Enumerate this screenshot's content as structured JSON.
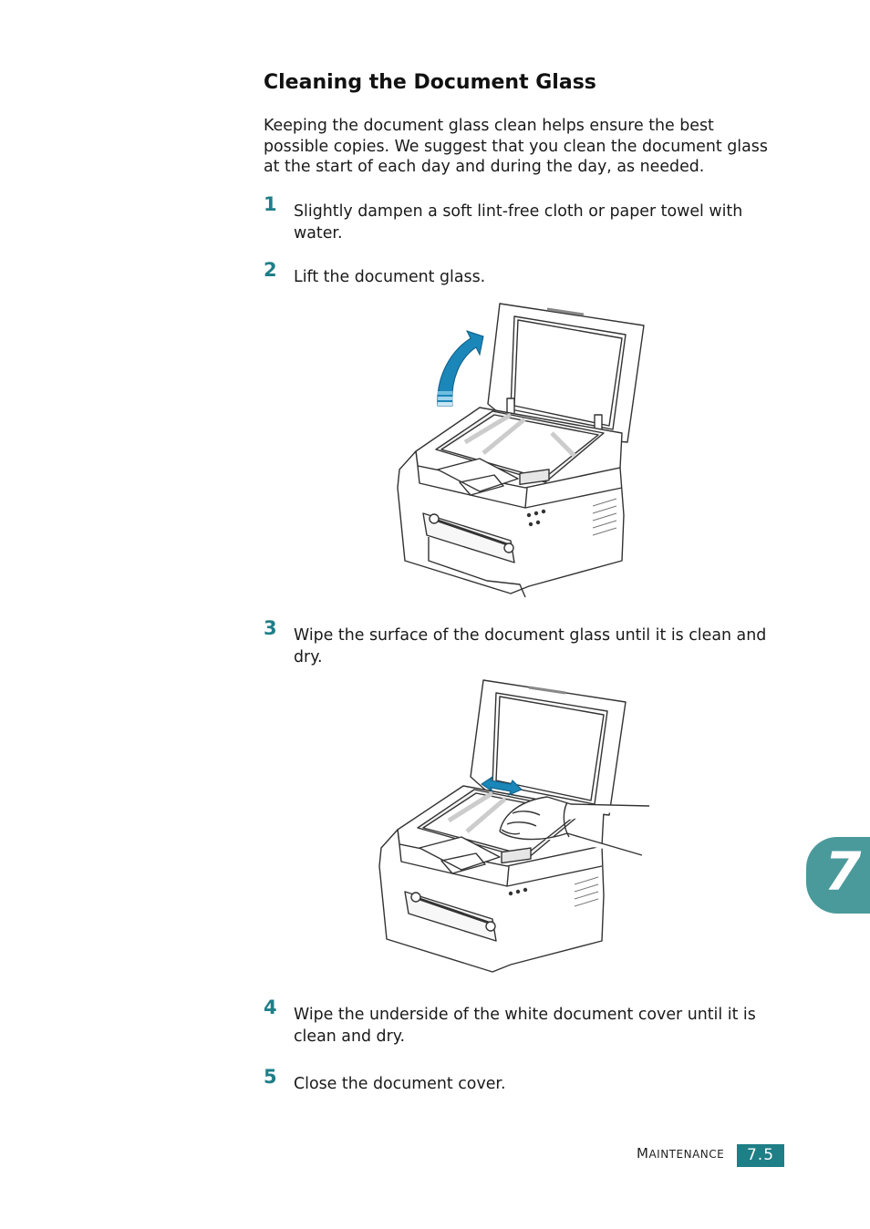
{
  "section": {
    "title": "Cleaning the Document Glass",
    "intro": "Keeping the document glass clean helps ensure the best possible copies. We suggest that you clean the document glass at the start of each day and during the day, as needed."
  },
  "steps": [
    {
      "number": "1",
      "text": "Slightly dampen a soft lint-free cloth or paper towel with water."
    },
    {
      "number": "2",
      "text": "Lift the document glass."
    },
    {
      "number": "3",
      "text": "Wipe the surface of the document glass until it is clean and dry."
    },
    {
      "number": "4",
      "text": "Wipe the underside of the white document cover until it is clean and dry."
    },
    {
      "number": "5",
      "text": "Close the document cover."
    }
  ],
  "chapter": {
    "number": "7"
  },
  "footer": {
    "section_first": "M",
    "section_rest": "AINTENANCE",
    "page": "7.5"
  },
  "colors": {
    "accent": "#1e7f87",
    "tab": "#4a9a9c",
    "arrow": "#1b86b8"
  }
}
